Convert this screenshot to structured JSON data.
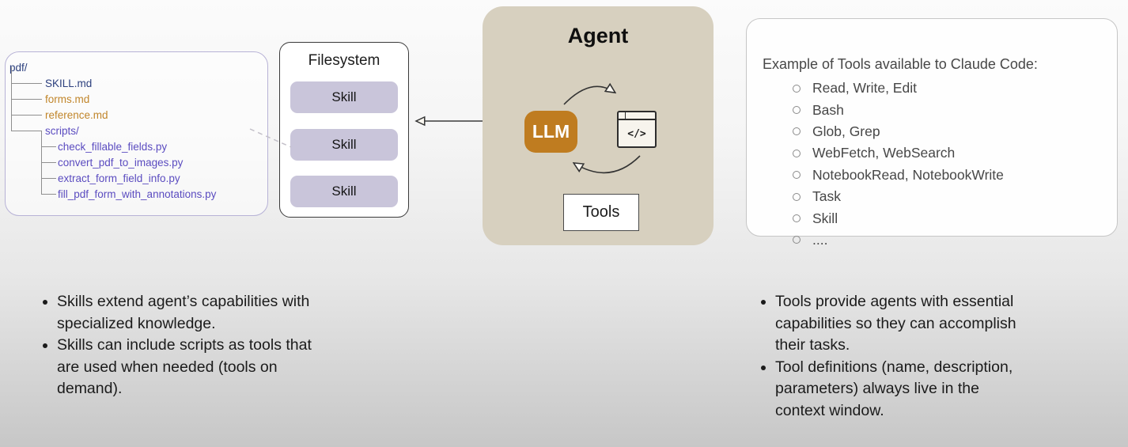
{
  "file_tree": {
    "rows": [
      {
        "label": "pdf/",
        "color": "navy"
      },
      {
        "label": "SKILL.md",
        "color": "navy"
      },
      {
        "label": "forms.md",
        "color": "orange"
      },
      {
        "label": "reference.md",
        "color": "orange"
      },
      {
        "label": "scripts/",
        "color": "purple"
      },
      {
        "label": "check_fillable_fields.py",
        "color": "purple"
      },
      {
        "label": "convert_pdf_to_images.py",
        "color": "purple"
      },
      {
        "label": "extract_form_field_info.py",
        "color": "purple"
      },
      {
        "label": "fill_pdf_form_with_annotations.py",
        "color": "purple"
      }
    ]
  },
  "filesystem": {
    "title": "Filesystem",
    "skills": [
      "Skill",
      "Skill",
      "Skill"
    ]
  },
  "agent": {
    "title": "Agent",
    "llm_label": "LLM",
    "code_glyph": "</>",
    "tools_label": "Tools"
  },
  "tools_panel": {
    "title": "Example of Tools available to Claude Code:",
    "items": [
      "Read, Write, Edit",
      "Bash",
      "Glob, Grep",
      "WebFetch, WebSearch",
      "NotebookRead, NotebookWrite",
      "Task",
      "Skill",
      "...."
    ]
  },
  "notes_left": {
    "items": [
      "Skills extend agent’s capabilities with\nspecialized knowledge.",
      "Skills can include scripts as tools that\nare used when needed (tools on\ndemand)."
    ]
  },
  "notes_right": {
    "items": [
      "Tools provide agents with essential\ncapabilities so they can accomplish\ntheir tasks.",
      "Tool definitions (name, description,\nparameters) always live in the\ncontext window."
    ]
  },
  "colors": {
    "agent_bg": "#d7d0bf",
    "llm_bg": "#bf7c20",
    "skill_chip_bg": "#c9c5da",
    "tree_border": "#b7b2d6",
    "tree_navy": "#2b3f7d",
    "tree_orange": "#c1862b",
    "tree_purple": "#5b4cc0",
    "panel_border": "#c6c6c6",
    "panel_text": "#474747"
  }
}
